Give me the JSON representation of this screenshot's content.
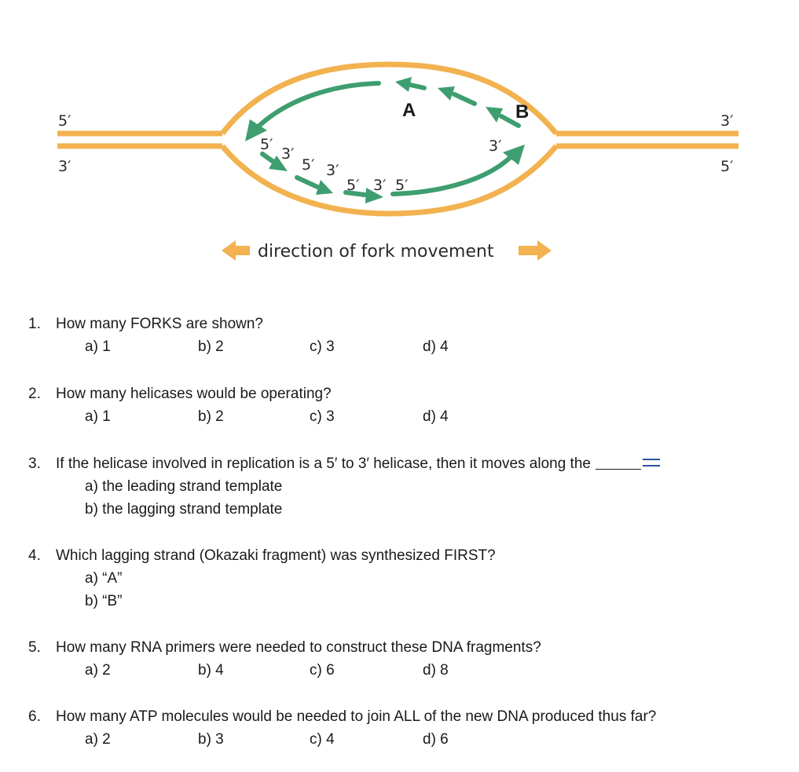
{
  "diagram": {
    "end_labels": {
      "left_top": "5′",
      "left_bottom": "3′",
      "right_top": "3′",
      "right_bottom": "5′"
    },
    "fragment_labels": {
      "A": "A",
      "B": "B",
      "upper_right_3": "3′",
      "lag_5a": "5′",
      "lag_3a": "3′",
      "lag_5b": "5′",
      "lag_3b": "3′",
      "lag_5c": "5′",
      "lag_3c": "3′",
      "lag_5d": "5′"
    },
    "direction_caption": "direction of fork movement",
    "colors": {
      "parental_strand": "#F2B24F",
      "new_strand": "#3E9E70"
    }
  },
  "questions": [
    {
      "number": "1.",
      "text": "How many FORKS are shown?",
      "options": [
        "a)  1",
        "b)  2",
        "c)  3",
        "d)  4"
      ]
    },
    {
      "number": "2.",
      "text": "How many helicases would be operating?",
      "options": [
        "a)  1",
        "b)  2",
        "c)  3",
        "d)  4"
      ]
    },
    {
      "number": "3.",
      "text": "If the helicase involved in replication is a 5′ to 3′ helicase, then it moves along the",
      "options": [
        "a)  the leading strand template",
        "b)  the lagging strand template"
      ]
    },
    {
      "number": "4.",
      "text": "Which lagging strand (Okazaki fragment) was synthesized FIRST?",
      "options": [
        "a)   “A”",
        "b)  “B”"
      ]
    },
    {
      "number": "5.",
      "text": "How many RNA primers were needed to construct these DNA fragments?",
      "options": [
        "a)  2",
        "b)  4",
        "c)  6",
        "d) 8"
      ]
    },
    {
      "number": "6.",
      "text": "How many ATP molecules would be needed to join ALL of the new DNA produced thus far?",
      "options": [
        "a)  2",
        "b)  3",
        "c)  4",
        "d)  6"
      ]
    }
  ]
}
